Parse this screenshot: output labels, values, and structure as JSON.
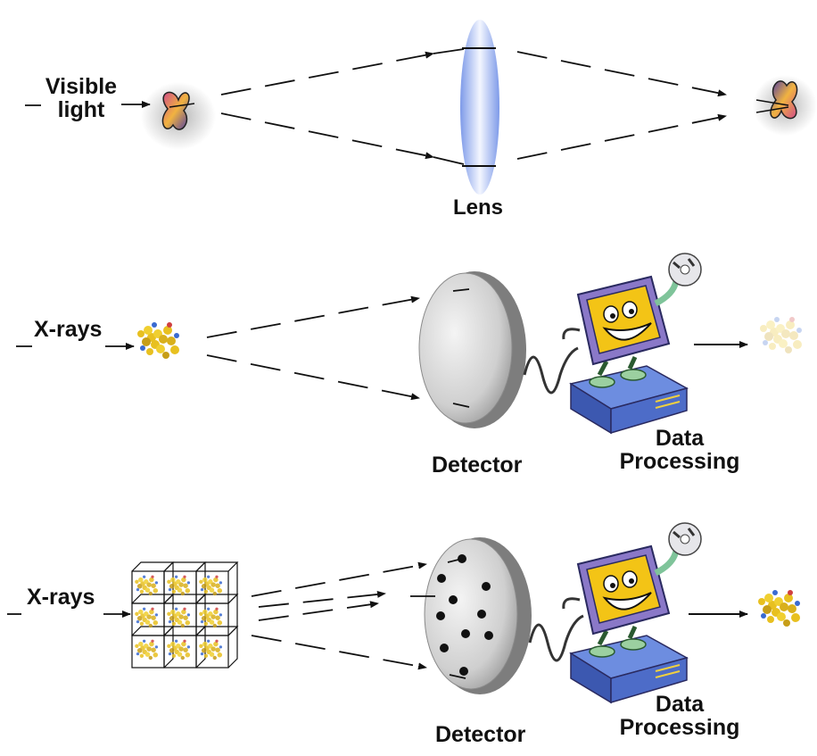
{
  "rows": {
    "optical": {
      "input_label_line1": "Visible",
      "input_label_line2": "light",
      "lens_label": "Lens"
    },
    "xray_single": {
      "input_label": "X-rays",
      "detector_label": "Detector",
      "processing_label_line1": "Data",
      "processing_label_line2": "Processing"
    },
    "xray_crystal": {
      "input_label": "X-rays",
      "detector_label": "Detector",
      "processing_label_line1": "Data",
      "processing_label_line2": "Processing"
    }
  },
  "colors": {
    "beam": "#111111",
    "detector_fill": "#d8d8d8",
    "detector_rim": "#8a8a8a",
    "lens": "#9fb4f0",
    "molecule_yellow": "#e8c020",
    "molecule_dark": "#6b5a20",
    "monitor_body": "#8a78c8",
    "screen": "#f3c416",
    "base": "#5f7fd8"
  },
  "icons": {
    "object": "butterfly-icon",
    "image": "inverted-butterfly-icon",
    "sample": "protein-molecule-icon",
    "crystal": "crystal-lattice-icon",
    "computer": "cartoon-computer-icon"
  }
}
